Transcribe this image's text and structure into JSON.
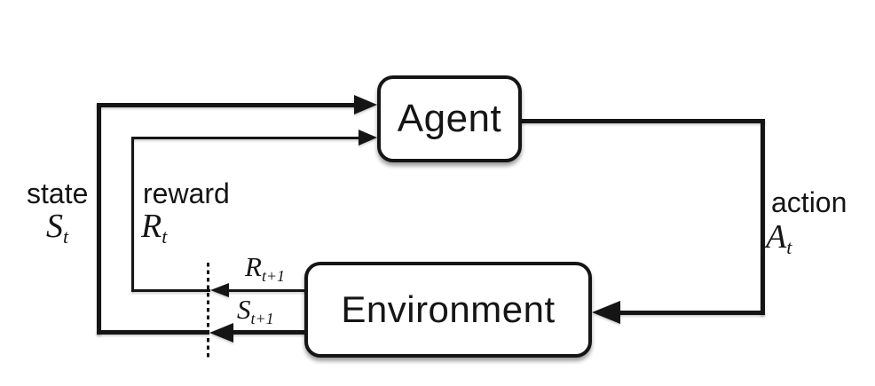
{
  "diagram_title": "agent-environment-interaction",
  "colors": {
    "ink": "#151515",
    "paper": "#ffffff"
  },
  "boxes": {
    "agent": "Agent",
    "environment": "Environment"
  },
  "labels": {
    "state": {
      "word": "state",
      "symbol": "S",
      "sub": "t"
    },
    "reward": {
      "word": "reward",
      "symbol": "R",
      "sub": "t"
    },
    "action": {
      "word": "action",
      "symbol": "A",
      "sub": "t"
    },
    "next_reward": {
      "symbol": "R",
      "sub": "t+1"
    },
    "next_state": {
      "symbol": "S",
      "sub": "t+1"
    }
  }
}
